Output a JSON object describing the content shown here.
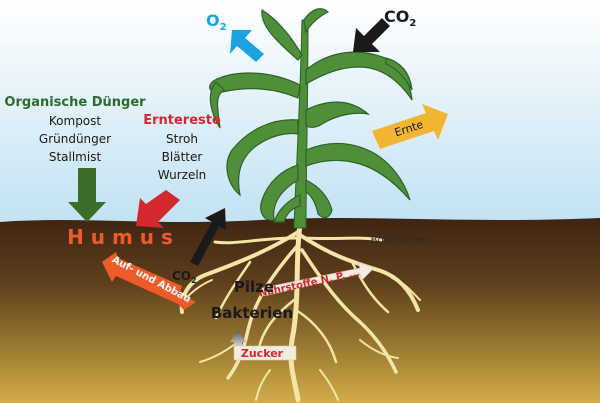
{
  "atmosphere": {
    "o2_label": "O",
    "o2_sub": "2",
    "co2_label": "CO",
    "co2_sub": "2"
  },
  "organic_fertilizer": {
    "title": "Organische Dünger",
    "items": [
      "Kompost",
      "Gründünger",
      "Stallmist"
    ]
  },
  "crop_residues": {
    "title": "Erntereste",
    "items": [
      "Stroh",
      "Blätter",
      "Wurzeln"
    ]
  },
  "harvest_label": "Ernte",
  "humus_label": "H u m u s",
  "buildup_label": "Auf- und Abbau",
  "soil_co2_label": "CO",
  "soil_co2_sub": "2",
  "soil_organisms_label": "Bodentiere",
  "nutrients_label": "Nährstoffe  N, P, ...",
  "microbes": {
    "fungi": "Pilze",
    "bacteria": "Bakterien"
  },
  "sugar_label": "Zucker",
  "colors": {
    "sky_top": "#ffffff",
    "sky_bottom": "#bfe0f2",
    "soil_top": "#4a2c17",
    "soil_mid": "#7a5a22",
    "soil_bottom": "#c9a446",
    "leaf": "#4f8f3a",
    "leaf_dark": "#2f6127",
    "root": "#f4e4a6",
    "o2_arrow": "#1aa3e0",
    "co2_arrow": "#1a1a1a",
    "fertilizer_arrow": "#3b6e2a",
    "residue_arrow": "#d2282e",
    "harvest_arrow": "#f2b531",
    "humus_text": "#f05a28",
    "buildup_arrow": "#ef5a29",
    "residue_title": "#d2282e",
    "fertilizer_title": "#2e6b2a",
    "sugar_text": "#d2282e",
    "nutrient_text": "#d2282e"
  }
}
